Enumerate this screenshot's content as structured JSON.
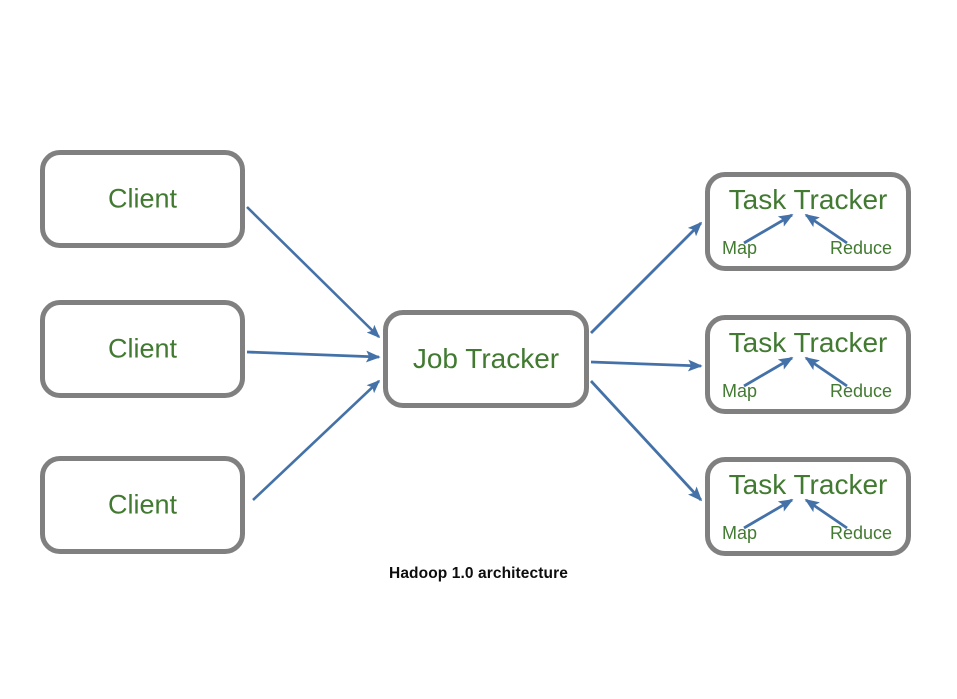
{
  "diagram": {
    "caption": "Hadoop 1.0 architecture",
    "colors": {
      "node_text": "#417a30",
      "node_border": "#808080",
      "arrow": "#4472a8",
      "caption_text": "#0d0d0d",
      "background": "#ffffff"
    },
    "clients": [
      {
        "label": "Client"
      },
      {
        "label": "Client"
      },
      {
        "label": "Client"
      }
    ],
    "job_tracker": {
      "label": "Job Tracker"
    },
    "task_trackers": [
      {
        "title": "Task Tracker",
        "map_label": "Map",
        "reduce_label": "Reduce"
      },
      {
        "title": "Task Tracker",
        "map_label": "Map",
        "reduce_label": "Reduce"
      },
      {
        "title": "Task Tracker",
        "map_label": "Map",
        "reduce_label": "Reduce"
      }
    ]
  }
}
